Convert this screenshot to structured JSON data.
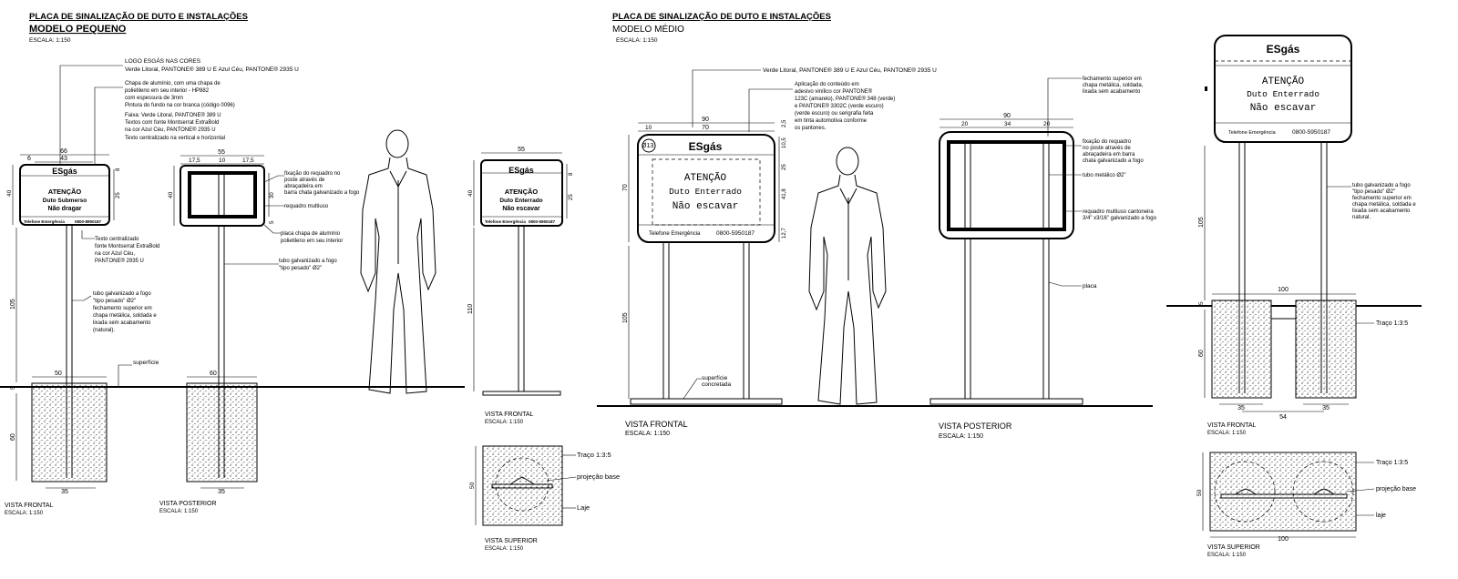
{
  "panel1": {
    "title": "PLACA DE SINALIZAÇÃO DE DUTO E INSTALAÇÕES",
    "subtitle": "MODELO PEQUENO",
    "scale": "ESCALA: 1:150",
    "sign": {
      "line1": "ATENÇÃO",
      "line2": "Duto  Submerso",
      "line3": "Não dragar",
      "footer_left": "Telefone Emergência",
      "footer_right": "0800-8950187"
    },
    "notes": {
      "logo_a": "LOGO ESGÁS NAS CORES",
      "logo_b": "Verde Litoral, PANTONE® 389 U  E Azul Céu, PANTONE® 2935 U",
      "n1": "Chapa de alumínio, com uma chapa de",
      "n2": "polietileno em seu interior - HP882",
      "n3": "com espessura de 3mm",
      "n4": "Pintura do fundo na cor branca (código 0096)",
      "n5": "Faixa: Verde Litoral, PANTONE® 389 U",
      "n6": "Textos com fonte Montserrat ExtraBold",
      "n7": "na cor Azul Céu, PANTONE® 2935 U",
      "n8": "Texto centralizado na vertical e horizontal",
      "t1": "Texto centralizado",
      "t2": "fonte Montserrat ExtraBold",
      "t3": "na cor Azul Céu,",
      "t4": "PANTONE® 2935 U",
      "p1": "tubo galvanizado a fogo",
      "p2": "\"tipo pesado\" Ø2\"",
      "p3": "fechamento superior em",
      "p4": "chapa metálica, soldada e",
      "p5": "lixada sem acabamento",
      "p6": "(natural).",
      "surface": "superfície",
      "f1": "fixação do requadro no",
      "f2": "poste através de",
      "f3": "abraçadeira em",
      "f4": "barra chata galvanizado a fogo",
      "req": "requadro multiuso",
      "pl1": "placa chapa de alumínio",
      "pl2": "polietileno em seu interior",
      "tb1": "tubo galvanizado a fogo",
      "tb2": "\"tipo pesado\" Ø2\""
    },
    "dims": {
      "d66": "66",
      "d43": "43",
      "d6": "6",
      "d40": "40",
      "d105": "105",
      "d5": "5",
      "d60": "60",
      "d35": "35",
      "d50": "50",
      "d25": "25",
      "d8": "8",
      "d55": "55",
      "d175": "17,5",
      "d10": "10",
      "d60b": "60",
      "d5b": "5",
      "d30": "30"
    },
    "views": {
      "front": "VISTA FRONTAL",
      "back": "VISTA POSTERIOR",
      "scale": "ESCALA: 1:150"
    }
  },
  "panel2": {
    "sign": {
      "line1": "ATENÇÃO",
      "line2": "Duto  Enterrado",
      "line3": "Não escavar",
      "footer_left": "Telefone Emergência",
      "footer_right": "0800-5950187"
    },
    "dims": {
      "d55": "55",
      "d40": "40",
      "d110": "110",
      "d8": "8",
      "d25": "25",
      "d50": "50"
    },
    "front": "VISTA FRONTAL",
    "scale": "ESCALA: 1:150",
    "top": "VISTA SUPERIOR",
    "topscale": "ESCALA: 1:150",
    "traco": "Traço 1:3:5",
    "proj": "projeção base",
    "laje": "Laje"
  },
  "panel3": {
    "title": "PLACA DE SINALIZAÇÃO DE DUTO E INSTALAÇÕES",
    "subtitle": "MODELO MÉDIO",
    "scale": "ESCALA: 1:150",
    "sign": {
      "line1": "ATENÇÃO",
      "line2": "Duto  Enterrado",
      "line3": "Não escavar",
      "footer_left": "Telefone Emergência",
      "footer_right": "0800-5950187",
      "circle": "Ø13"
    },
    "notes": {
      "logo": "Verde Litoral, PANTONE® 389 U  E Azul Céu, PANTONE® 2935 U",
      "a1": "Aplicação do conteúdo em",
      "a2": "adesivo vinílico cor PANTONE®",
      "a3": "123C (amarelo), PANTONE® 348 (verde)",
      "a4": "e PANTONE® 3302C (verde escuro)",
      "a5": "(verde escuro) ou serigrafia feita",
      "a6": "em tinta automotiva conforme",
      "a7": "os pantones.",
      "surf1": "superfície",
      "surf2": "concretada",
      "fs1": "fechamento superior em",
      "fs2": "chapa metálica, soldada,",
      "fs3": "lixada sem acabamento",
      "fx1": "fixação do requadro",
      "fx2": "no poste através de",
      "fx3": "abraçadeira em barra",
      "fx4": "chata galvanizado a fogo",
      "tm": "tubo metálico Ø2\"",
      "rq1": "requadro multiuso cantoneira",
      "rq2": "3/4\" x3/16\" galvanizado a fogo",
      "placa": "placa"
    },
    "dims": {
      "d90": "90",
      "d70": "70",
      "d10": "10",
      "d25": "2,5",
      "d105": "10,5",
      "d25b": "25",
      "d418": "41,8",
      "d127": "12,7",
      "d70v": "70",
      "d105v": "105",
      "d90b": "90",
      "d20": "20",
      "d34": "34",
      "d20b": "20"
    },
    "views": {
      "front": "VISTA FRONTAL",
      "back": "VISTA POSTERIOR",
      "scale": "ESCALA:  1:150"
    }
  },
  "panel4": {
    "logo": "ESgás",
    "sign": {
      "line1": "ATENÇÃO",
      "line2": "Duto  Enterrado",
      "line3": "Não escavar",
      "footer_left": "Telefone Emergência",
      "footer_right": "0800-5950187"
    },
    "notes": {
      "t1": "tubo galvanizado a fogo",
      "t2": "\"tipo pesado\" Ø2\"",
      "t3": "fechamento superior em",
      "t4": "chapa metálica, soldada e",
      "t5": "lixada sem acabamento",
      "t6": "natural.",
      "traco": "Traço 1:3:5",
      "proj": "projeção base",
      "laje": "laje"
    },
    "dims": {
      "d100": "100",
      "d105": "105",
      "d5": "5",
      "d60": "60",
      "d35": "35",
      "d54": "54",
      "d50": "50",
      "d100b": "100",
      "d35b": "35"
    },
    "front": "VISTA FRONTAL",
    "scale": "ESCALA: 1:150",
    "top": "VISTA SUPERIOR",
    "topscale": "ESCALA: 1:150"
  },
  "logo_small": "ESgás"
}
